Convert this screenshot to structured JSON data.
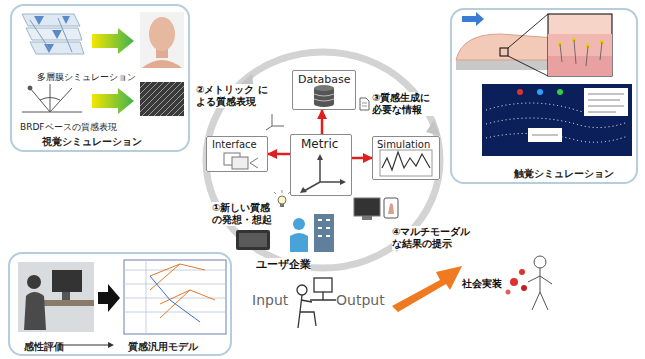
{
  "diagram": {
    "nodes": [
      {
        "text": [
          "多層膜シミュレーション",
          "BRDFベースの質感表現",
          "視覚シミュレーション"
        ]
      },
      {
        "text": [
          "Database"
        ]
      },
      {
        "text": [
          "触覚シミュレーション"
        ]
      },
      {
        "text": [
          "Interface"
        ]
      },
      {
        "text": [
          "Metric"
        ]
      },
      {
        "text": [
          "Simulation"
        ]
      },
      {
        "text": [
          "感性評価",
          "質感汎用モデル"
        ]
      }
    ],
    "edges": [
      {
        "from": 4,
        "to": 1,
        "arrow": "to"
      },
      {
        "from": 4,
        "to": 3,
        "arrow": "to"
      },
      {
        "from": 4,
        "to": 5,
        "arrow": "to"
      }
    ],
    "labels": [
      "②メトリック による質感表現",
      "③質感生成に 必要な情報",
      "①新しい質感 の発想・想起",
      "④マルチモーダル な結果の提示",
      "ユーザ企業",
      "Input",
      "Output",
      "社会実装"
    ]
  }
}
